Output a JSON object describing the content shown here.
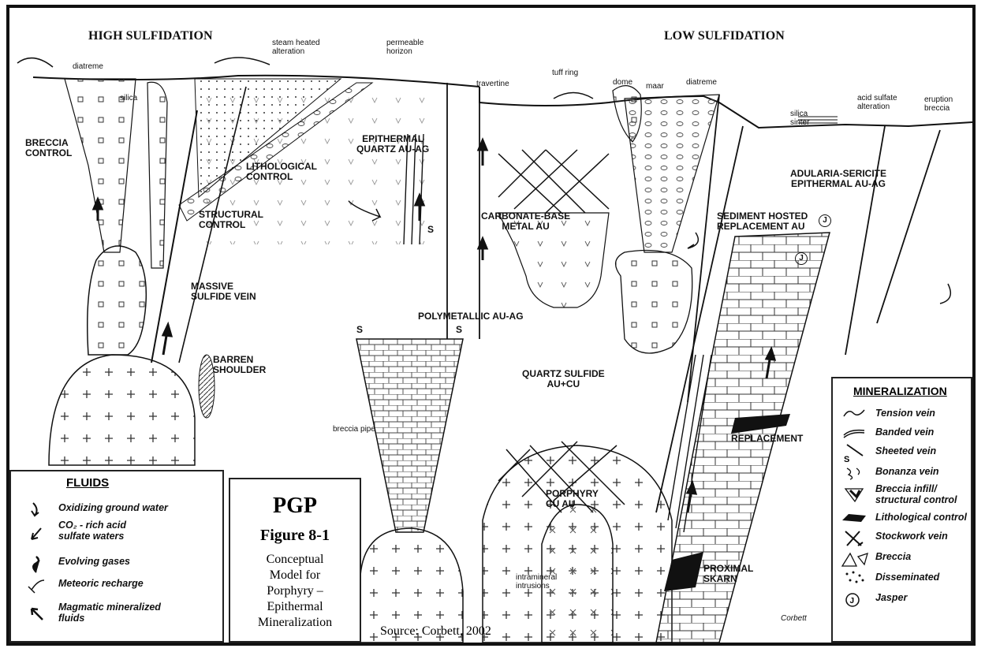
{
  "headings": {
    "high_sulfidation": "HIGH SULFIDATION",
    "low_sulfidation": "LOW SULFIDATION"
  },
  "labels": {
    "diatreme_left": "diatreme",
    "silica_left": "silica",
    "steam_heated": "steam heated\nalteration",
    "permeable_horizon": "permeable\nhorizon",
    "breccia_control": "BRECCIA\nCONTROL",
    "lithological_control": "LITHOLOGICAL\nCONTROL",
    "structural_control": "STRUCTURAL\nCONTROL",
    "epithermal_quartz": "EPITHERMAL\nQUARTZ Au-Ag",
    "massive_sulfide": "MASSIVE\nSULFIDE VEIN",
    "barren_shoulder": "BARREN\nSHOULDER",
    "travertine": "travertine",
    "tuff_ring": "tuff ring",
    "dome": "dome",
    "maar": "maar",
    "diatreme_right": "diatreme",
    "silica_sinter": "silica\nsinter",
    "acid_sulfate": "acid sulfate\nalteration",
    "eruption_breccia": "eruption\nbreccia",
    "carbonate_base": "CARBONATE-BASE\nMETAL Au",
    "adularia": "ADULARIA-SERICITE\nEPITHERMAL Au-Ag",
    "sediment_hosted": "SEDIMENT HOSTED\nREPLACEMENT Au",
    "polymetallic": "POLYMETALLIC Au-Ag",
    "quartz_sulfide": "QUARTZ SULFIDE\nAu+Cu",
    "breccia_pipe": "breccia pipe",
    "porphyry": "PORPHYRY\nCu Au",
    "intramineral": "intramineral\nintrusions",
    "replacement": "REPLACEMENT",
    "proximal_skarn": "PROXIMAL\nSKARN",
    "corbett": "Corbett",
    "s_marker": "S",
    "j_marker": "J"
  },
  "fluids": {
    "title": "FLUIDS",
    "items": [
      {
        "icon": "oxidizing-arrow-icon",
        "text": "Oxidizing ground water"
      },
      {
        "icon": "acid-arrow-icon",
        "text": "CO₂ - rich acid\nsulfate waters"
      },
      {
        "icon": "evolving-gas-icon",
        "text": "Evolving gases"
      },
      {
        "icon": "meteoric-recharge-icon",
        "text": "Meteoric recharge"
      },
      {
        "icon": "magmatic-fluid-arrow-icon",
        "text": "Magmatic mineralized\nfluids"
      }
    ]
  },
  "figure": {
    "pgp": "PGP",
    "number": "Figure 8-1",
    "caption": "Conceptual\nModel for\nPorphyry –\nEpithermal\nMineralization",
    "source": "Source: Corbett, 2002"
  },
  "mineralization": {
    "title": "MINERALIZATION",
    "items": [
      {
        "icon": "tension-vein-icon",
        "text": "Tension vein"
      },
      {
        "icon": "banded-vein-icon",
        "text": "Banded vein"
      },
      {
        "icon": "sheeted-vein-icon",
        "text": "Sheeted vein"
      },
      {
        "icon": "bonanza-vein-icon",
        "text": "Bonanza vein"
      },
      {
        "icon": "breccia-infill-icon",
        "text": "Breccia infill/\nstructural control"
      },
      {
        "icon": "lithological-control-icon",
        "text": "Lithological control"
      },
      {
        "icon": "stockwork-vein-icon",
        "text": "Stockwork vein"
      },
      {
        "icon": "breccia-icon",
        "text": "Breccia"
      },
      {
        "icon": "disseminated-icon",
        "text": "Disseminated"
      },
      {
        "icon": "jasper-icon",
        "text": "Jasper"
      }
    ]
  }
}
